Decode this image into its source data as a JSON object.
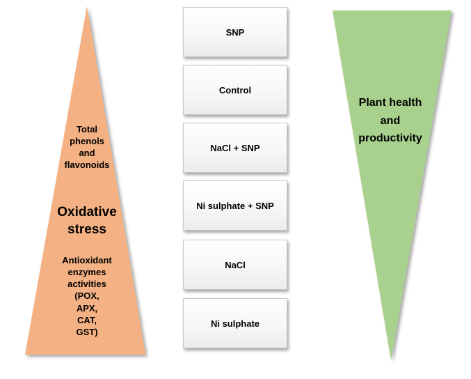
{
  "left_triangle": {
    "color": "#f4b183",
    "label_top": [
      "Total",
      "phenols",
      "and",
      "flavonoids"
    ],
    "label_main": [
      "Oxidative",
      "stress"
    ],
    "label_bottom": [
      "Antioxidant",
      "enzymes",
      "activities",
      "(POX,",
      "APX,",
      "CAT,",
      "GST)"
    ]
  },
  "treatments": [
    {
      "label": "SNP"
    },
    {
      "label": "Control"
    },
    {
      "label": "NaCl + SNP"
    },
    {
      "label": "Ni sulphate + SNP"
    },
    {
      "label": "NaCl"
    },
    {
      "label": "Ni  sulphate"
    }
  ],
  "right_triangle": {
    "color": "#a9d18e",
    "label": [
      "Plant health",
      "and",
      "productivity"
    ]
  }
}
